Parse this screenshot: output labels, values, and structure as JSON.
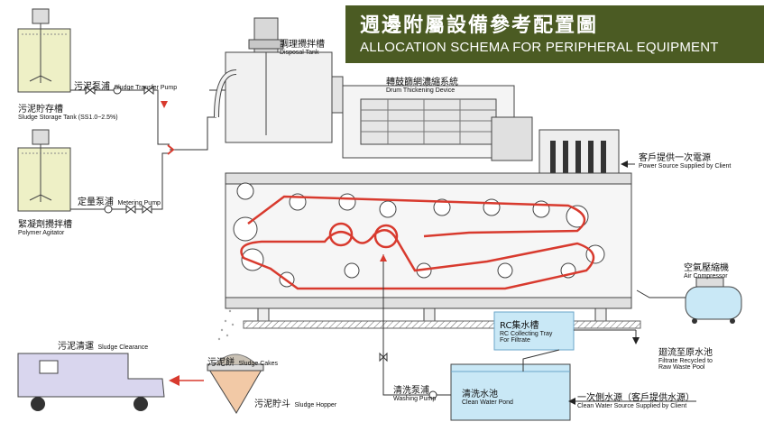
{
  "title": {
    "zh": "週邊附屬設備參考配置圖",
    "en": "ALLOCATION SCHEMA FOR PERIPHERAL EQUIPMENT"
  },
  "labels": {
    "sludge_storage_tank": {
      "zh": "污泥貯存槽",
      "en": "Sludge Storage Tank (SS1.0~2.5%)"
    },
    "sludge_transfer_pump": {
      "zh": "污泥泵浦",
      "en": "Sludge Transfer Pump"
    },
    "metering_pump": {
      "zh": "定量泵浦",
      "en": "Metering Pump"
    },
    "polymer_agitator": {
      "zh": "緊凝劑攪拌槽",
      "en": "Polymer Agitator"
    },
    "disposal_tank": {
      "zh": "調理攪拌槽",
      "en": "Disposal Tank"
    },
    "drum_thickening": {
      "zh": "轉鼓篩網濃縮系統",
      "en": "Drum Thickening Device"
    },
    "power_source": {
      "zh": "客戶提供一次電源",
      "en": "Power Source Supplied by Client"
    },
    "air_compressor": {
      "zh": "空氣壓縮機",
      "en": "Air Compressor"
    },
    "rc_tray": {
      "zh": "RC集水槽",
      "en1": "RC Collecting Tray",
      "en2": "For Filtrate"
    },
    "filtrate_recycled": {
      "zh": "廻流至原水池",
      "en1": "Filtrate Recycled to",
      "en2": "Raw Waste Pool"
    },
    "sludge_clearance": {
      "zh": "污泥清運",
      "en": "Sludge Clearance"
    },
    "sludge_cakes": {
      "zh": "污泥餅",
      "en": "Sludge Cakes"
    },
    "sludge_hopper": {
      "zh": "污泥貯斗",
      "en": "Sludge Hopper"
    },
    "washing_pump": {
      "zh": "清洗泵浦",
      "en": "Washing Pump"
    },
    "clean_water_pond": {
      "zh": "清洗水池",
      "en": "Clean Water Pond"
    },
    "clean_water_source": {
      "zh": "一次側水源（客戶提供水源）",
      "en": "Clean Water Source Supplied by Client"
    }
  },
  "colors": {
    "banner": "#4b5b23",
    "belt": "#d83a2e",
    "pond": "#c9e8f6",
    "tank": "#eef0c6",
    "truck": "#d9d6ee",
    "hopper": "#f2c9a6",
    "line": "#2a2a2a"
  }
}
